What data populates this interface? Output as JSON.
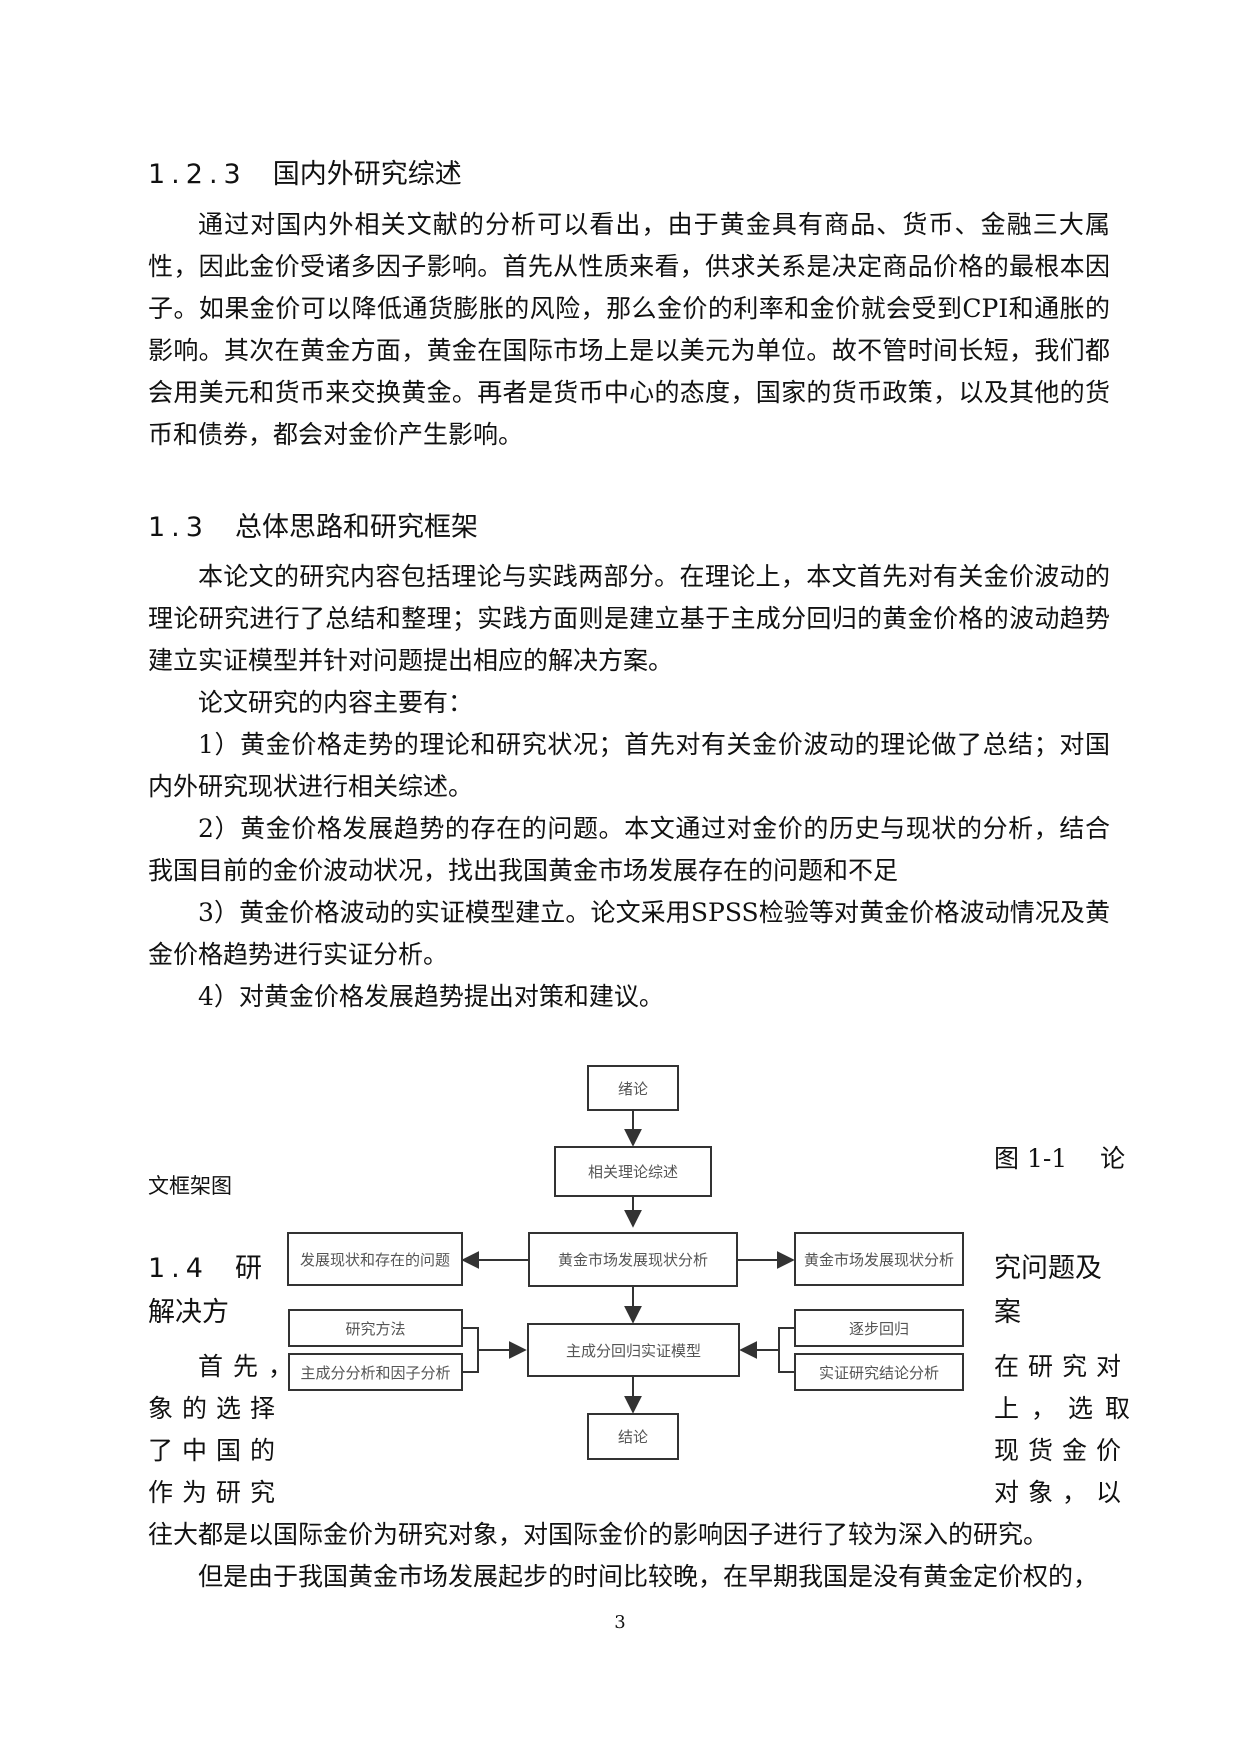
{
  "section_123": {
    "number": "1.2.3",
    "title": "国内外研究综述"
  },
  "para_123": "通过对国内外相关文献的分析可以看出，由于黄金具有商品、货币、金融三大属性，因此金价受诸多因子影响。首先从性质来看，供求关系是决定商品价格的最根本因子。如果金价可以降低通货膨胀的风险，那么金价的利率和金价就会受到CPI和通胀的影响。其次在黄金方面，黄金在国际市场上是以美元为单位。故不管时间长短，我们都会用美元和货币来交换黄金。再者是货币中心的态度，国家的货币政策，以及其他的货币和债券，都会对金价产生影响。",
  "section_13": {
    "number": "1.3",
    "title": "总体思路和研究框架"
  },
  "para_13_1": "本论文的研究内容包括理论与实践两部分。在理论上，本文首先对有关金价波动的理论研究进行了总结和整理；实践方面则是建立基于主成分回归的黄金价格的波动趋势建立实证模型并针对问题提出相应的解决方案。",
  "para_13_2": "论文研究的内容主要有：",
  "item_1": "1）黄金价格走势的理论和研究状况；首先对有关金价波动的理论做了总结；对国内外研究现状进行相关综述。",
  "item_2": "2）黄金价格发展趋势的存在的问题。本文通过对金价的历史与现状的分析，结合我国目前的金价波动状况，找出我国黄金市场发展存在的问题和不足",
  "item_3": "3）黄金价格波动的实证模型建立。论文采用SPSS检验等对黄金价格波动情况及黄金价格趋势进行实证分析。",
  "item_4": "4）对黄金价格发展趋势提出对策和建议。",
  "diagram": {
    "top": "绪论",
    "review": "相关理论综述",
    "left1": "发展现状和存在的问题",
    "center1": "黄金市场发展现状分析",
    "right1": "黄金市场发展现状分析",
    "left2a": "研究方法",
    "left2b": "主成分分析和因子分析",
    "center2": "主成分回归实证模型",
    "right2a": "逐步回归",
    "right2b": "实证研究结论分析",
    "bottom": "结论"
  },
  "figure_caption_a": "图 1-1　 论",
  "figure_caption_b": "文框架图",
  "section_14": {
    "number": "1.4",
    "title_left": "研",
    "title_right": "究问题及",
    "line2_left": "解决方",
    "line2_right": "案"
  },
  "wrap_left": [
    "首先，",
    "象的选择",
    "了中国的",
    "作为研究"
  ],
  "wrap_right": [
    "在研究对",
    "上，选取",
    "现货金价",
    "对象，以"
  ],
  "para_14_cont": "往大都是以国际金价为研究对象，对国际金价的影响因子进行了较为深入的研究。",
  "para_14_2": "但是由于我国黄金市场发展起步的时间比较晚，在早期我国是没有黄金定价权的，",
  "page_number": "3"
}
